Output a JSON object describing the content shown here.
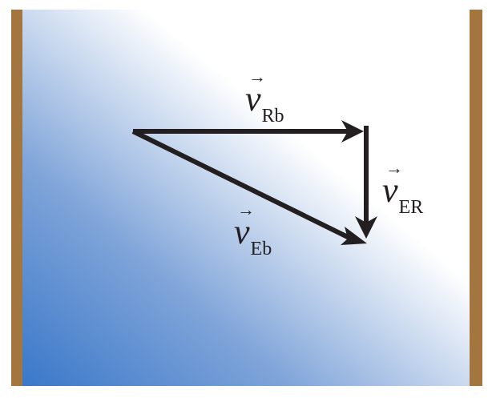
{
  "vectors": {
    "v_rb": {
      "symbol": "v",
      "subscript": "Rb",
      "arrow_glyph": "→"
    },
    "v_er": {
      "symbol": "v",
      "subscript": "ER",
      "arrow_glyph": "→"
    },
    "v_eb": {
      "symbol": "v",
      "subscript": "Eb",
      "arrow_glyph": "→"
    }
  },
  "colors": {
    "wall": "#a4763f",
    "water_deep": "#3a78c9",
    "water_light": "#ffffff",
    "arrow": "#231f20"
  }
}
